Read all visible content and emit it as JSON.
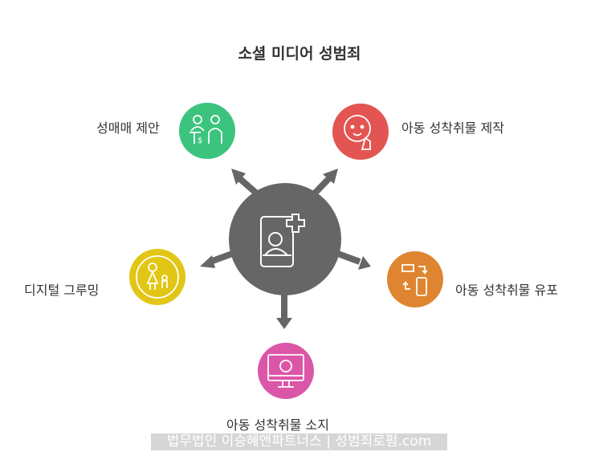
{
  "title": "소셜 미디어 성범죄",
  "nodes": [
    {
      "label": "성매매 제안",
      "color": "#3cc47e",
      "icon": "transaction-people-icon"
    },
    {
      "label": "아동 성착취물 제작",
      "color": "#e25553",
      "icon": "baby-camera-icon"
    },
    {
      "label": "디지털 그루밍",
      "color": "#e1c615",
      "icon": "adult-child-icon"
    },
    {
      "label": "아동 성착취물 유포",
      "color": "#df8531",
      "icon": "share-device-icon"
    },
    {
      "label": "아동 성착취물 소지",
      "color": "#dc56a8",
      "icon": "monitor-skull-icon"
    }
  ],
  "center": {
    "color": "#666666",
    "icon": "add-user-device-icon"
  },
  "watermark": "법무법인 이승혜앤파트너스 | 성범죄로펌.com"
}
